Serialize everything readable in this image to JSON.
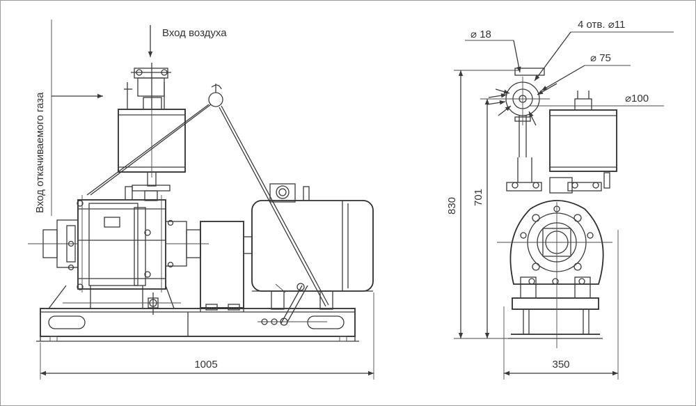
{
  "labels": {
    "air_inlet": "Вход воздуха",
    "gas_inlet": "Вход откачиваемого газа",
    "dim_length": "1005",
    "dim_width": "350",
    "dim_height_total": "830",
    "dim_height_axis": "701",
    "dim_d18": "⌀ 18",
    "dim_holes": "4 отв. ⌀11",
    "dim_d75": "⌀ 75",
    "dim_d100": "⌀100"
  },
  "colors": {
    "line": "#3a3a3a",
    "background": "#ffffff",
    "frame": "#9a9a9a"
  }
}
